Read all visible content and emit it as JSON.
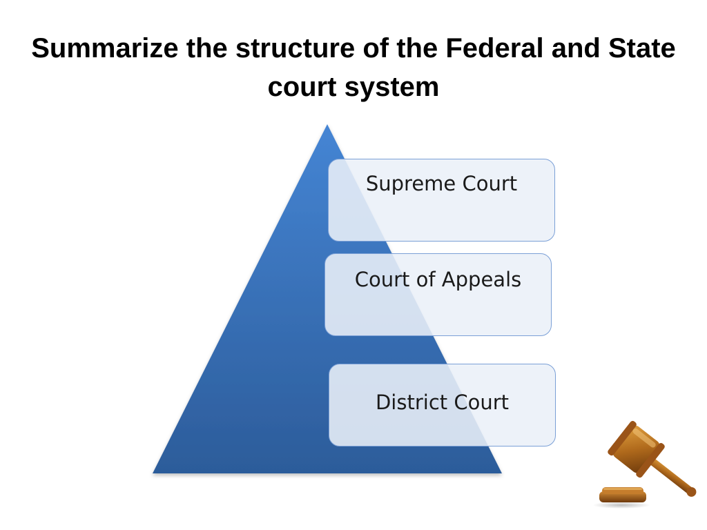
{
  "slide": {
    "title": "Summarize the structure of the Federal and State court system"
  },
  "pyramid": {
    "tiers": [
      {
        "label": "Supreme Court"
      },
      {
        "label": "Court of Appeals"
      },
      {
        "label": "District Court"
      }
    ]
  },
  "colors": {
    "pyramid_top": "#3f7ecd",
    "pyramid_bottom": "#2c5c9a",
    "box_border": "#7a9fd6",
    "box_fill": "#eaf0f8"
  },
  "icons": {
    "decoration": "gavel-icon"
  }
}
